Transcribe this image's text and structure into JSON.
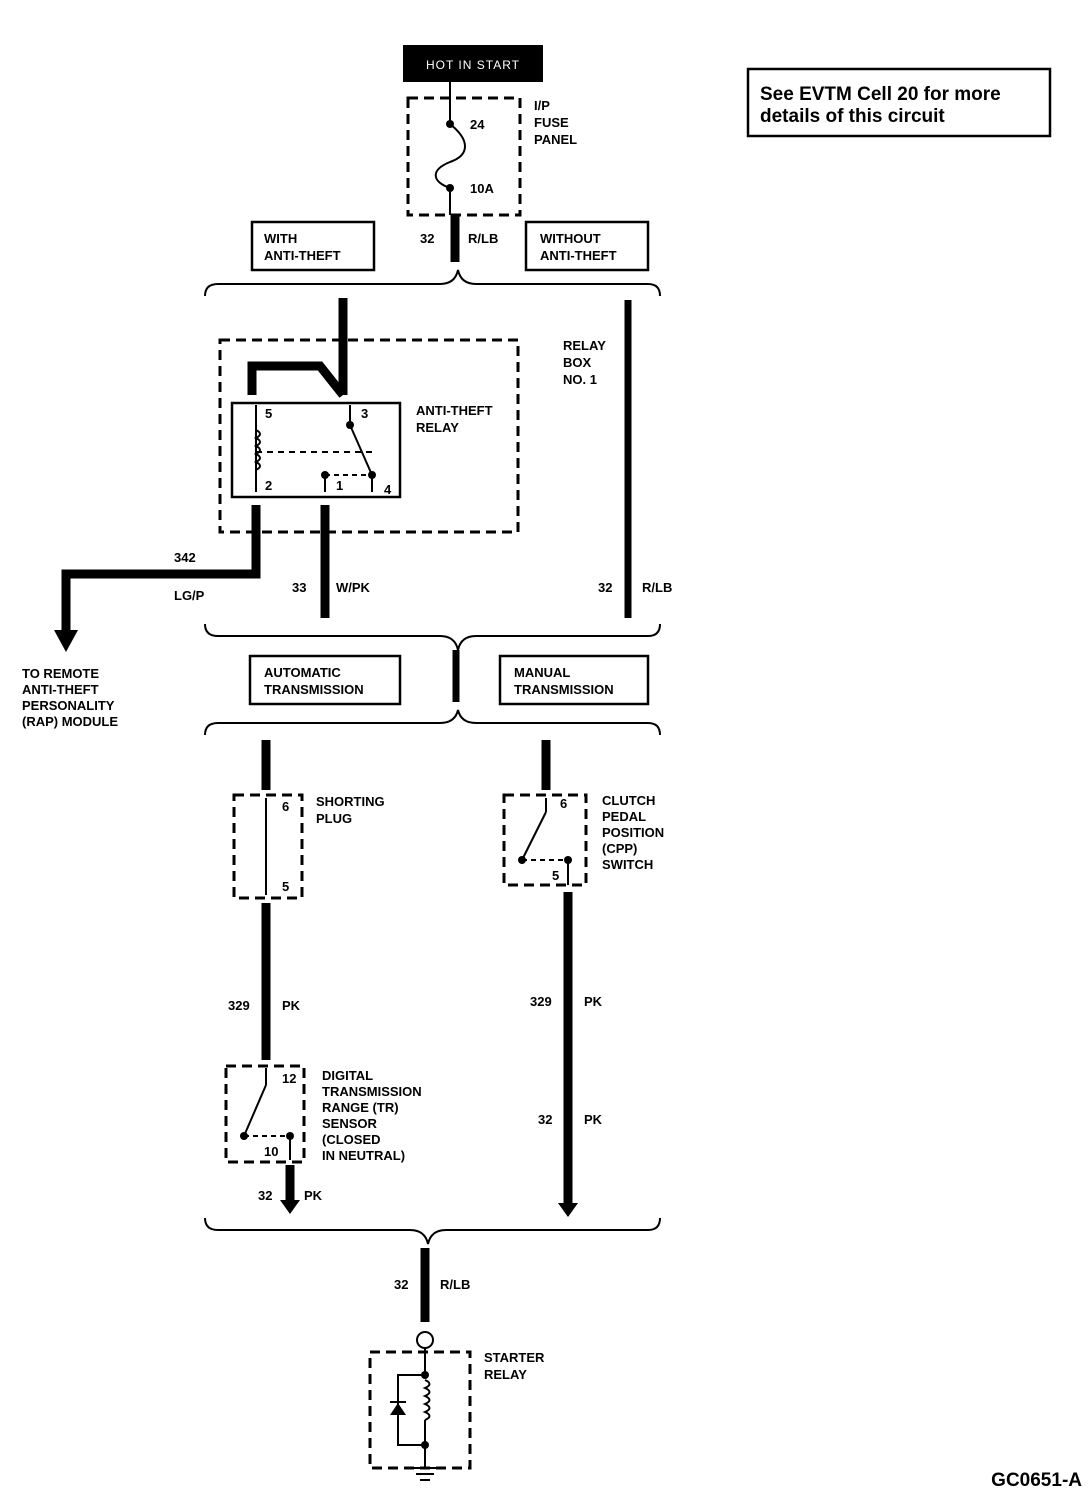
{
  "header": {
    "hot_label": "HOT IN START"
  },
  "note": {
    "line1": "See EVTM Cell 20 for more",
    "line2": "details of this circuit"
  },
  "fuse_panel": {
    "label1": "I/P",
    "label2": "FUSE",
    "label3": "PANEL",
    "pin": "24",
    "rating": "10A"
  },
  "feed_wire": {
    "circuit": "32",
    "color": "R/LB"
  },
  "options_top": {
    "with": [
      "WITH",
      "ANTI-THEFT"
    ],
    "without": [
      "WITHOUT",
      "ANTI-THEFT"
    ]
  },
  "relay_box": {
    "label": [
      "RELAY",
      "BOX",
      "NO. 1"
    ],
    "relay_label": [
      "ANTI-THEFT",
      "RELAY"
    ],
    "pins": {
      "p5": "5",
      "p3": "3",
      "p2": "2",
      "p1": "1",
      "p4": "4"
    }
  },
  "wire_342": {
    "circuit": "342",
    "color": "LG/P"
  },
  "wire_33": {
    "circuit": "33",
    "color": "W/PK"
  },
  "wire_32_right": {
    "circuit": "32",
    "color": "R/LB"
  },
  "remote_module": {
    "lines": [
      "TO REMOTE",
      "ANTI-THEFT",
      "PERSONALITY",
      "(RAP) MODULE"
    ]
  },
  "options_mid": {
    "auto": [
      "AUTOMATIC",
      "TRANSMISSION"
    ],
    "manual": [
      "MANUAL",
      "TRANSMISSION"
    ]
  },
  "shorting_plug": {
    "lines": [
      "SHORTING",
      "PLUG"
    ],
    "pin_top": "6",
    "pin_bottom": "5"
  },
  "cpp_switch": {
    "lines": [
      "CLUTCH",
      "PEDAL",
      "POSITION",
      "(CPP)",
      "SWITCH"
    ],
    "pin_top": "6",
    "pin_bottom": "5"
  },
  "wire_329_left": {
    "circuit": "329",
    "color": "PK"
  },
  "wire_329_right": {
    "circuit": "329",
    "color": "PK"
  },
  "tr_sensor": {
    "lines": [
      "DIGITAL",
      "TRANSMISSION",
      "RANGE (TR)",
      "SENSOR",
      "(CLOSED",
      "IN NEUTRAL)"
    ],
    "pin_top": "12",
    "pin_bottom": "10"
  },
  "wire_32_right_low": {
    "circuit": "32",
    "color": "PK"
  },
  "wire_32_left_low": {
    "circuit": "32",
    "color": "PK"
  },
  "wire_32_bottom": {
    "circuit": "32",
    "color": "R/LB"
  },
  "starter_relay": {
    "lines": [
      "STARTER",
      "RELAY"
    ]
  },
  "figure_id": "GC0651-A"
}
